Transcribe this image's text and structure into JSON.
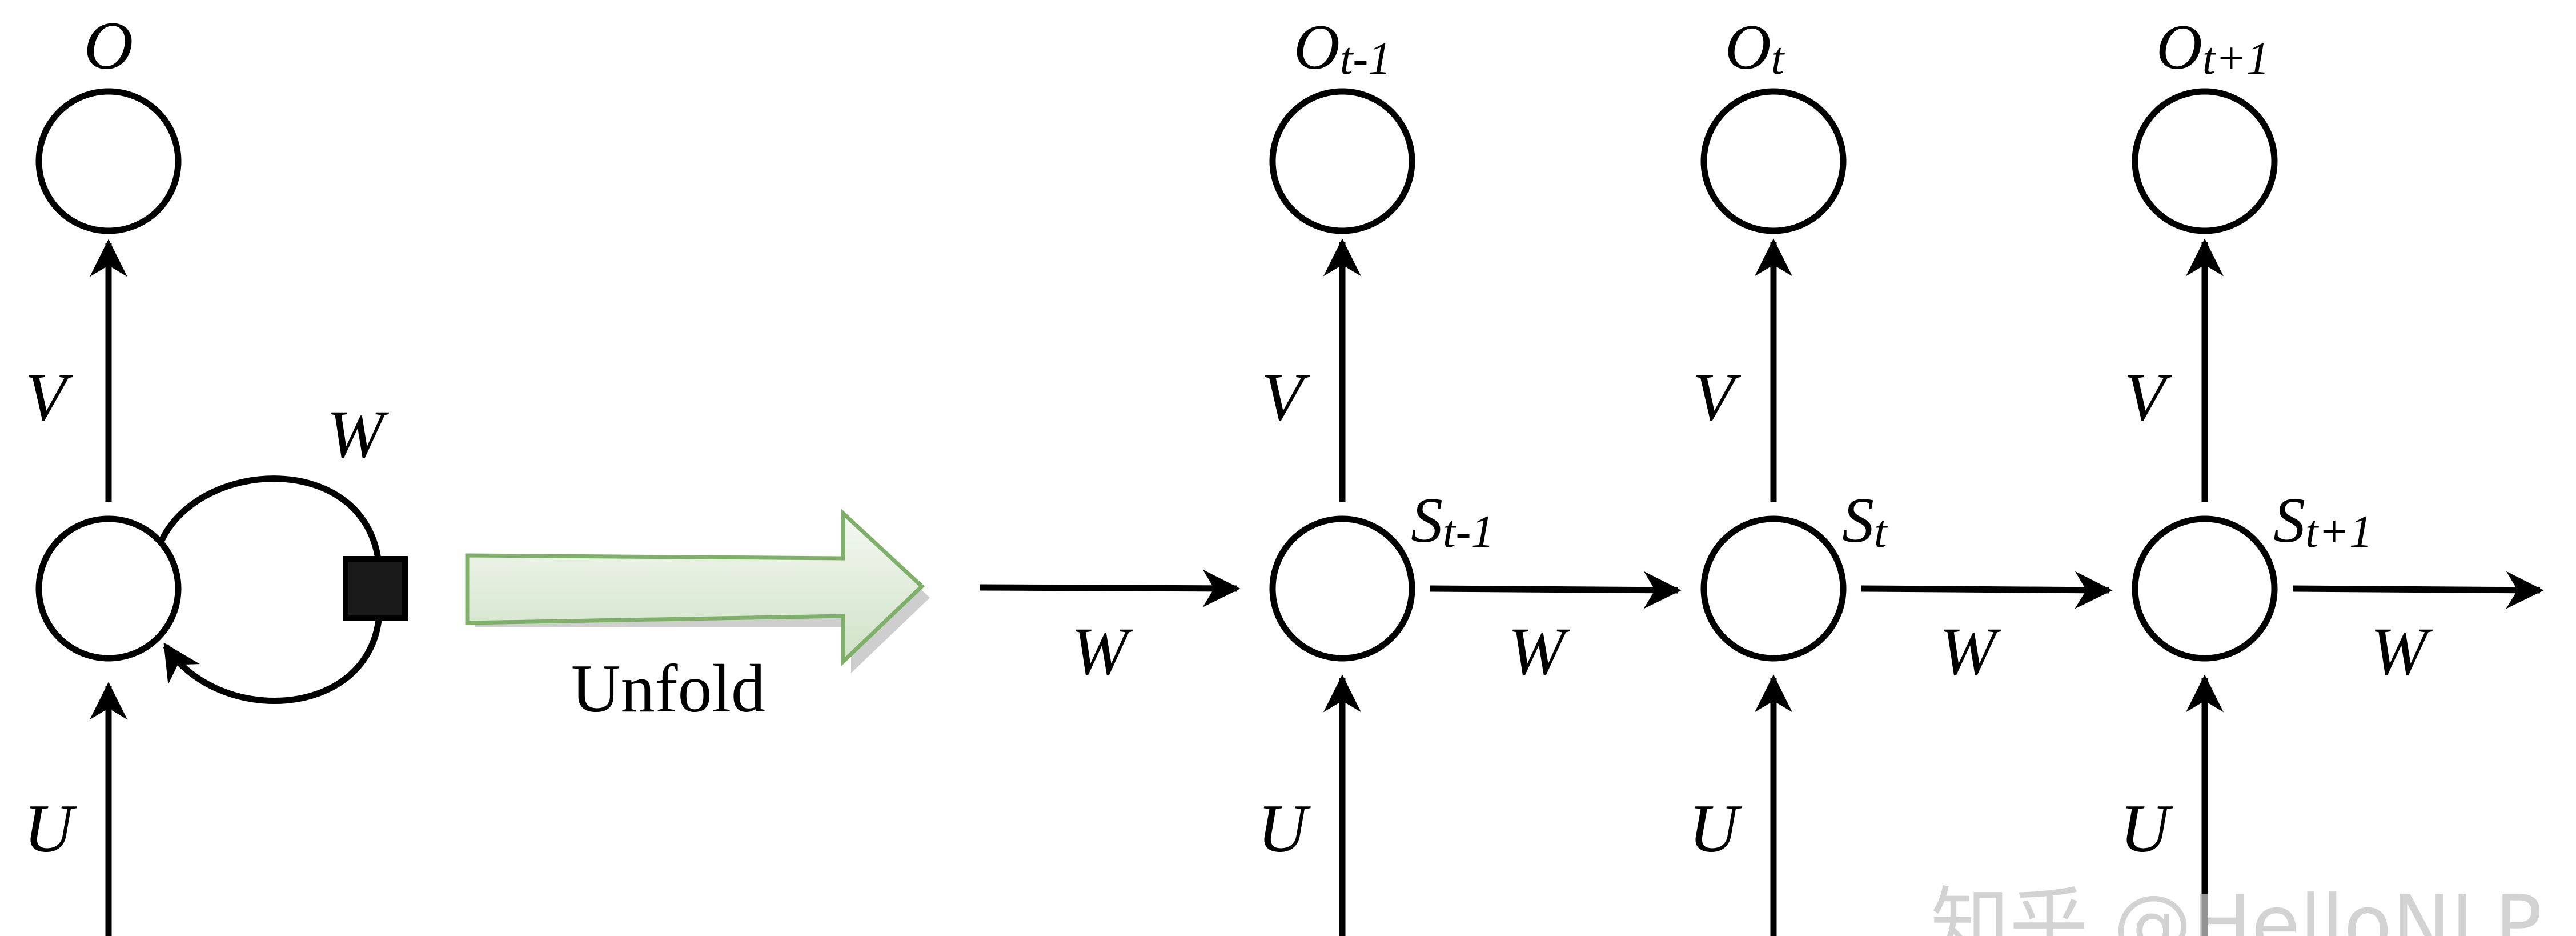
{
  "diagram": {
    "folded": {
      "output_label": "O",
      "weight_v": "V",
      "weight_w": "W",
      "weight_u": "U"
    },
    "transition": {
      "label": "Unfold",
      "arrow_fill_top": "#f4f8f2",
      "arrow_fill_bottom": "#cfe2c6",
      "arrow_stroke": "#7fb069"
    },
    "unfolded": {
      "incoming_w": "W",
      "steps": [
        {
          "output_base": "O",
          "output_sub": "t-1",
          "state_base": "S",
          "state_sub": "t-1",
          "weight_v": "V",
          "weight_u": "U",
          "weight_w": "W"
        },
        {
          "output_base": "O",
          "output_sub": "t",
          "state_base": "S",
          "state_sub": "t",
          "weight_v": "V",
          "weight_u": "U",
          "weight_w": "W"
        },
        {
          "output_base": "O",
          "output_sub": "t+1",
          "state_base": "S",
          "state_sub": "t+1",
          "weight_v": "V",
          "weight_u": "U",
          "weight_w": "W"
        }
      ]
    },
    "watermark": "知乎 @HelloNLP"
  }
}
